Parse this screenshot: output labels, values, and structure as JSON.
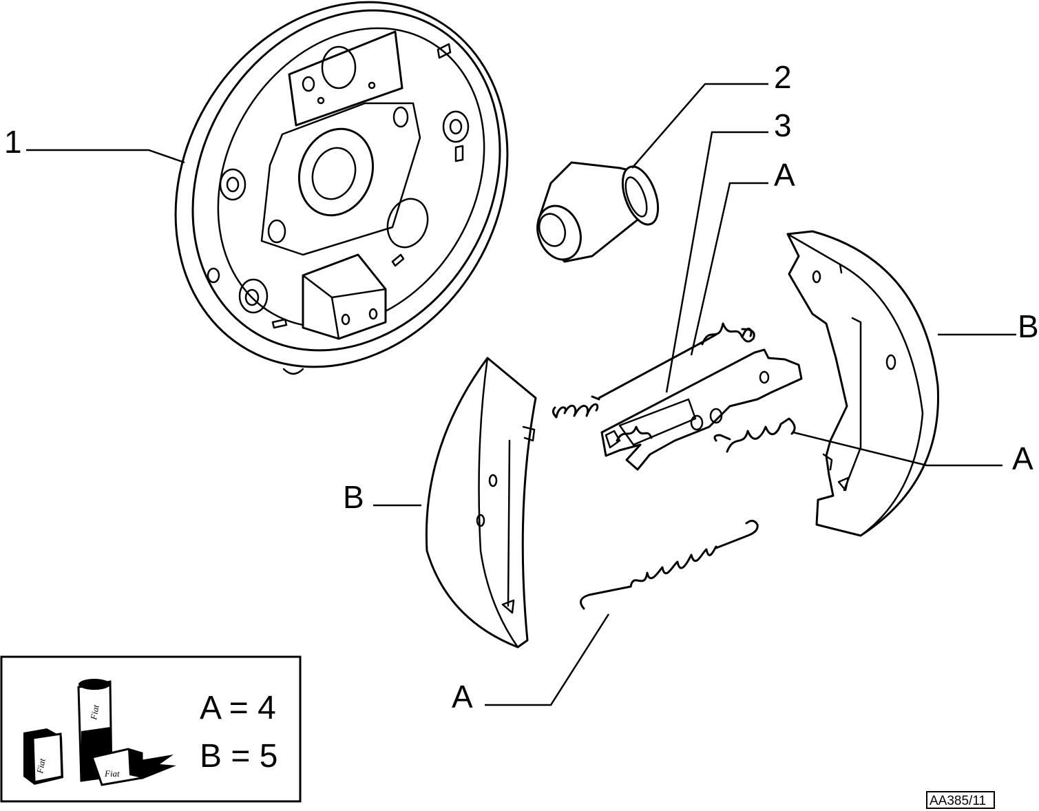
{
  "callouts": {
    "label_1": "1",
    "label_2": "2",
    "label_3": "3",
    "label_a_upper": "A",
    "label_a_right": "A",
    "label_a_bottom": "A",
    "label_b_left": "B",
    "label_b_right": "B"
  },
  "legend": {
    "line_a": "A = 4",
    "line_b": "B = 5",
    "brand_tube": "Fiat",
    "brand_box_left": "Fiat",
    "brand_box_right": "Fiat"
  },
  "reference_code": "AA385/11"
}
